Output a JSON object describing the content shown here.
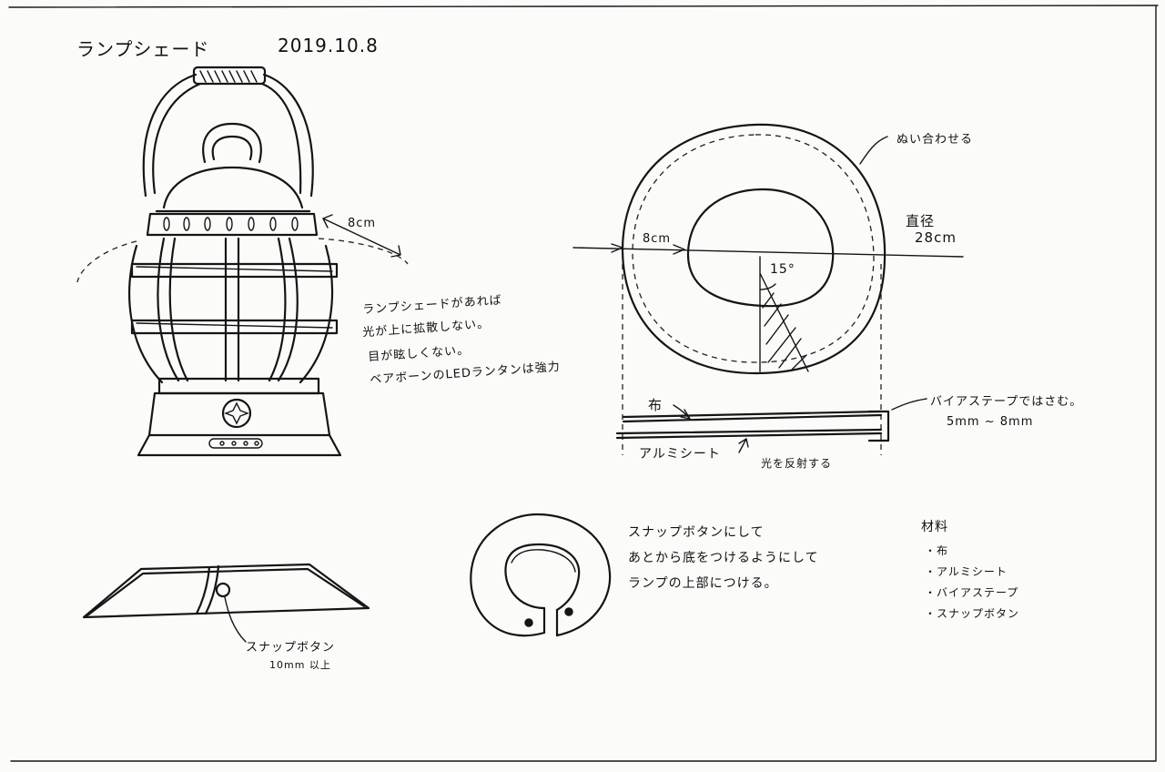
{
  "header": {
    "title": "ランプシェード",
    "date": "2019.10.8"
  },
  "lantern": {
    "dimension_label": "8cm",
    "notes": [
      "ランプシェードがあれば",
      "光が上に拡散しない。",
      "目が眩しくない。",
      "ベアボーンのLEDランタンは強力"
    ]
  },
  "donut": {
    "seam_note": "ぬい合わせる",
    "diameter_label_line1": "直径",
    "diameter_label_line2": "28cm",
    "width_label": "8cm",
    "angle_label": "15°"
  },
  "cross_section": {
    "cloth_label": "布",
    "foil_label": "アルミシート",
    "reflect_label": "光を反射する",
    "bias_note_line1": "バイアステープではさむ。",
    "bias_note_line2": "5mm ~ 8mm"
  },
  "side_view": {
    "snap_label": "スナップボタン",
    "snap_size": "10mm 以上"
  },
  "ring": {
    "notes": [
      "スナップボタンにして",
      "あとから底をつけるようにして",
      "ランプの上部につける。"
    ]
  },
  "materials": {
    "heading": "材料",
    "items": [
      "・布",
      "・アルミシート",
      "・バイアステープ",
      "・スナップボタン"
    ]
  }
}
